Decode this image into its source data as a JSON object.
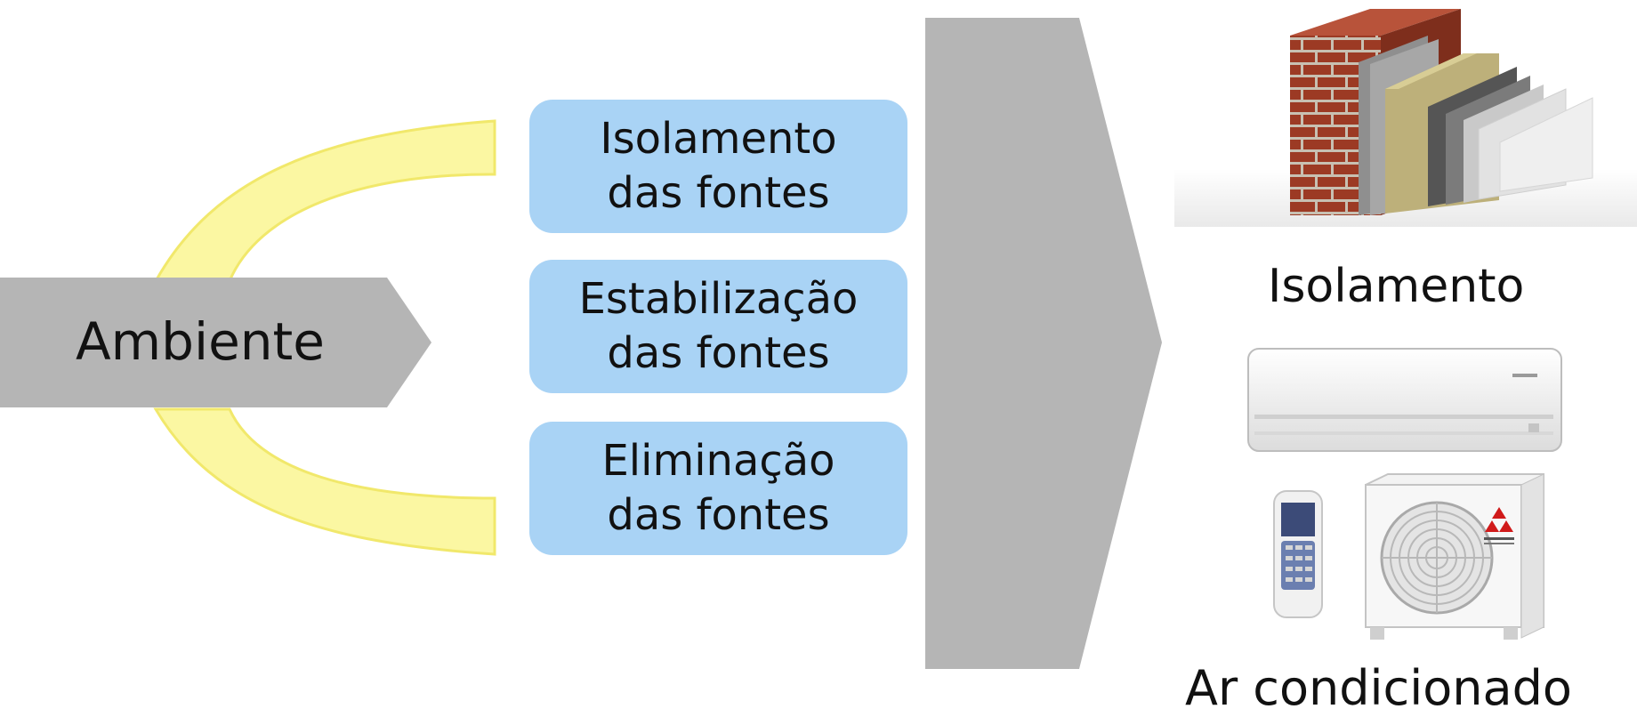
{
  "diagram": {
    "source_label": "Ambiente",
    "sources": [
      {
        "line1": "Isolamento",
        "line2": "das fontes"
      },
      {
        "line1": "Estabilização",
        "line2": "das fontes"
      },
      {
        "line1": "Eliminação",
        "line2": "das fontes"
      }
    ],
    "outcomes": [
      {
        "label": "Isolamento",
        "icon": "insulated-wall-layers"
      },
      {
        "label": "Ar condicionado",
        "icon": "air-conditioner-unit"
      }
    ],
    "colors": {
      "arc": "#fbf7a2",
      "arc_edge": "#f1e86b",
      "box": "#a9d3f5",
      "arrow": "#b5b5b5"
    }
  }
}
